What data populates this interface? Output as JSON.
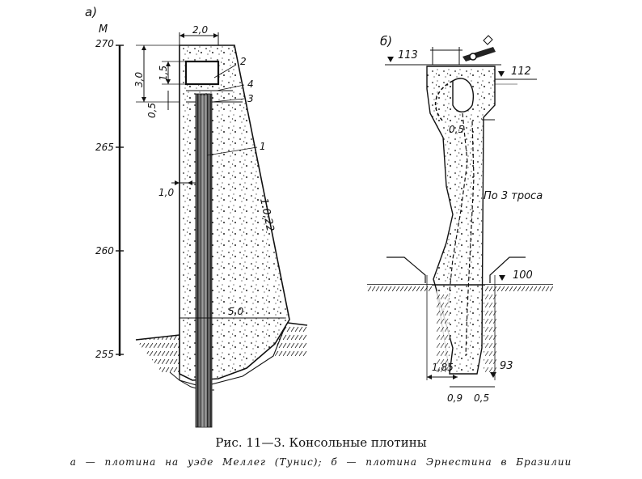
{
  "panel_a": {
    "label": "а)",
    "unit": "М",
    "levels": [
      "270",
      "265",
      "260",
      "255"
    ],
    "dims": {
      "top_width": "2,0",
      "height_total": "3,0",
      "height_gallery": "1,5",
      "height_small": "0,5",
      "offset": "1,0",
      "slope": "1:0,22",
      "base_width": "5,0"
    },
    "callouts": [
      "2",
      "4",
      "3",
      "1"
    ]
  },
  "panel_b": {
    "label": "б)",
    "levels": {
      "crest": "113",
      "water": "112",
      "ground": "100",
      "base": "93"
    },
    "dims": {
      "width_top": "0,5",
      "dim_side": "1,85",
      "dim_base_a": "0,9",
      "dim_base_b": "0,5"
    },
    "note": "По 3 троса"
  },
  "caption": {
    "title": "Рис. 11—3. Консольные плотины",
    "subtitle": "а — плотина на уэде Меллег (Тунис); б — плотина Эрнестина в Бразилии"
  }
}
